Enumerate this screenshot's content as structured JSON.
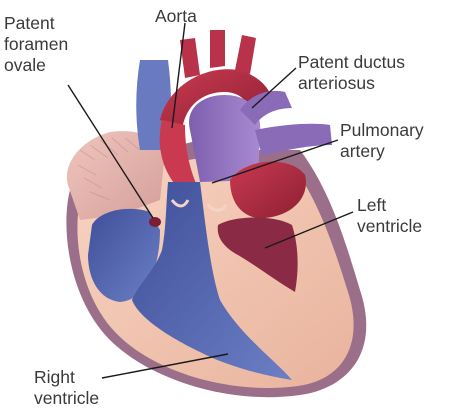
{
  "labels": {
    "patent_foramen_ovale": "Patent\nforamen\novale",
    "aorta": "Aorta",
    "patent_ductus_arteriosus": "Patent ductus\narteriosus",
    "pulmonary_artery": "Pulmonary\nartery",
    "left_ventricle": "Left\nventricle",
    "right_ventricle": "Right\nventricle"
  },
  "colors": {
    "label_text": "#3a3a3a",
    "leader_line": "#1a1a1a",
    "heart_muscle": "#f4c9b4",
    "heart_shadow": "#a06a7a",
    "right_chamber": "#4a5fa8",
    "pulmonary_trunk": "#8a6bb8",
    "aorta": "#b8324a",
    "left_chamber": "#b8324a",
    "right_atrium_wall": "#e7b8b0"
  }
}
